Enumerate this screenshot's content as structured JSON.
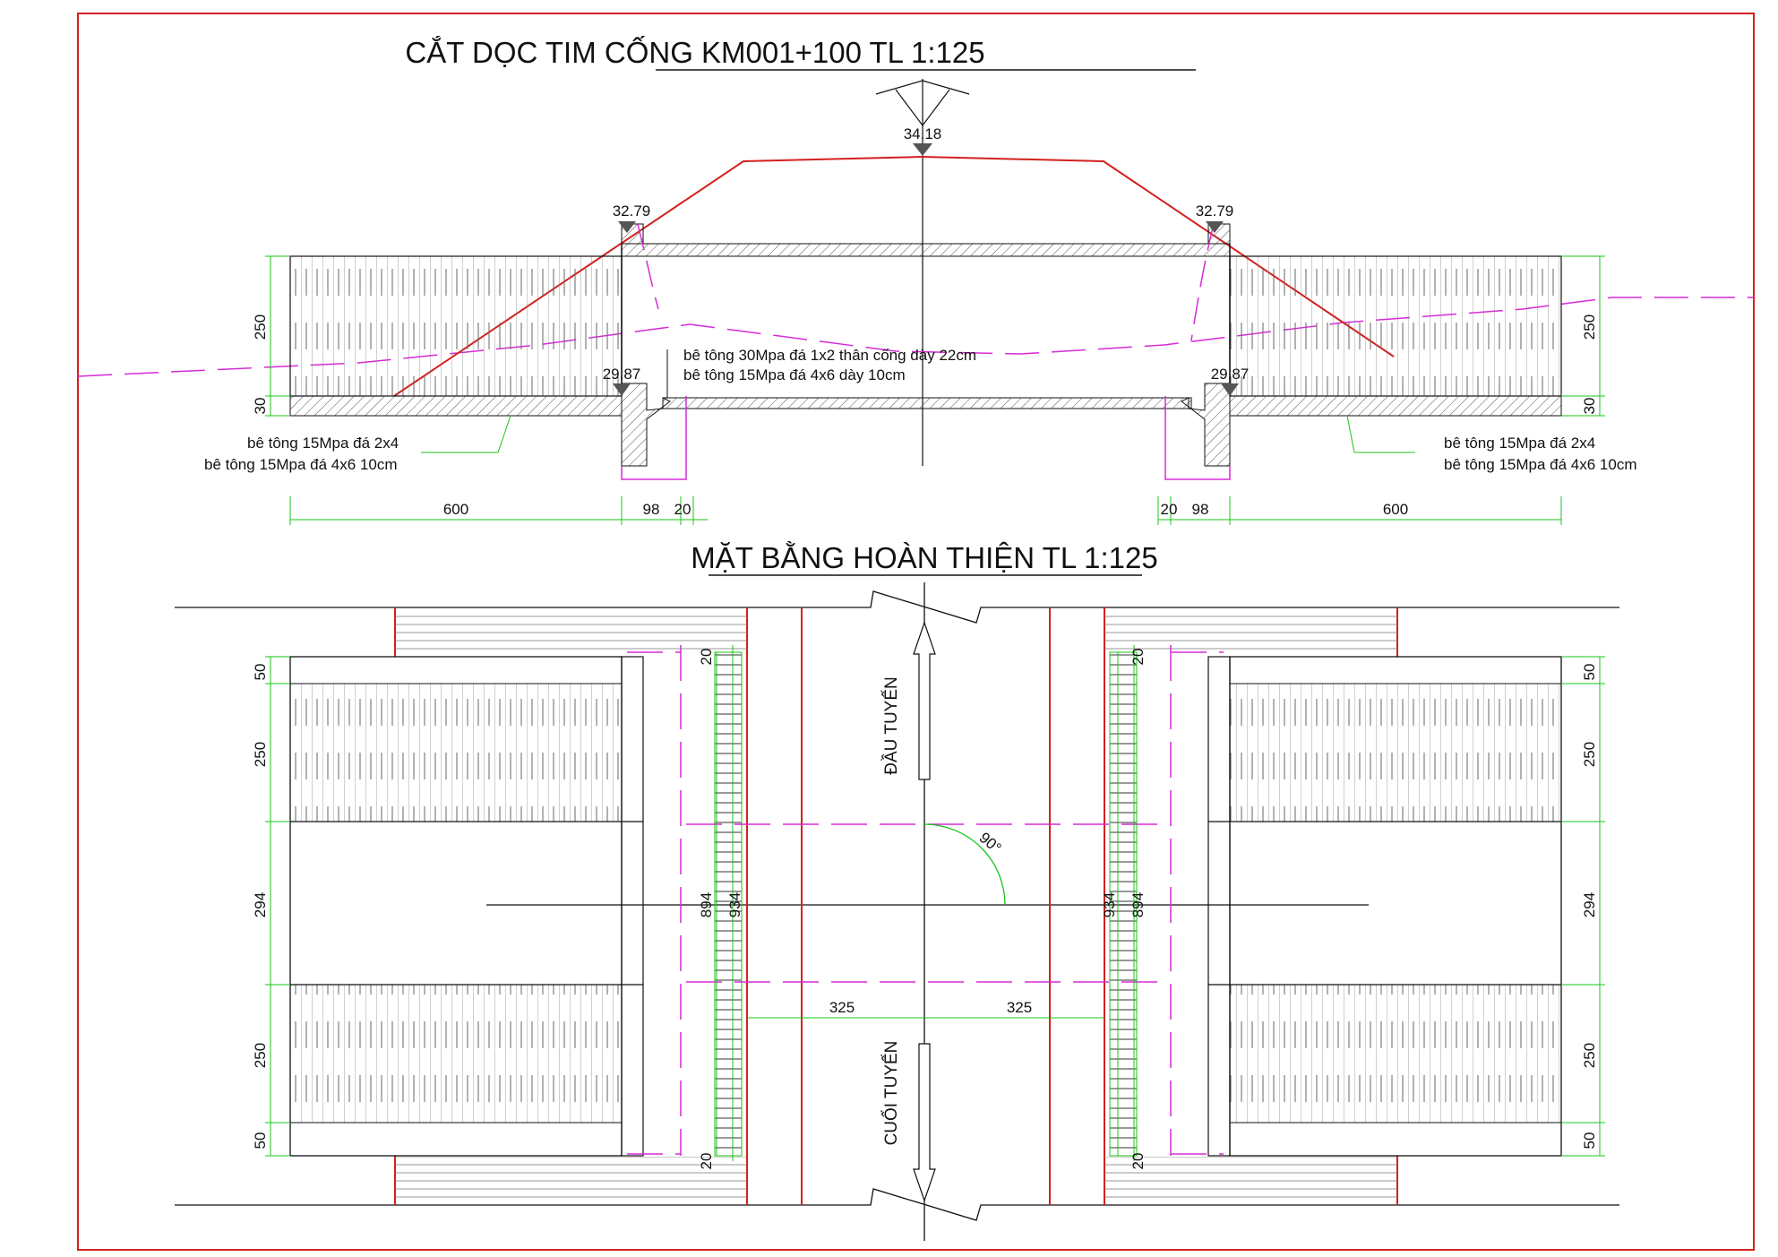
{
  "section": {
    "title": "CẮT DỌC TIM CỐNG KM001+100 TL 1:125",
    "elev_top": "34.18",
    "elev_head_left": "32.79",
    "elev_head_right": "32.79",
    "elev_invert_left": "29.87",
    "elev_invert_right": "29.87",
    "note_body_1": "bê tông 30Mpa đá 1x2 thân cống dày 22cm",
    "note_body_2": "bê tông 15Mpa đá 4x6 dày 10cm",
    "note_left_1": "bê tông 15Mpa đá 2x4",
    "note_left_2": "bê tông 15Mpa đá 4x6 10cm",
    "note_right_1": "bê tông 15Mpa đá 2x4",
    "note_right_2": "bê tông 15Mpa đá 4x6 10cm",
    "dims": {
      "h_250": "250",
      "h_30": "30",
      "l_600": "600",
      "l_98": "98",
      "l_20": "20"
    }
  },
  "plan": {
    "title": "MẶT BẰNG HOÀN THIỆN TL 1:125",
    "direction_start": "ĐẦU TUYẾN",
    "direction_end": "CUỐI TUYẾN",
    "angle": "90°",
    "dims": {
      "d_50": "50",
      "d_250": "250",
      "d_294": "294",
      "d_894": "894",
      "d_934": "934",
      "d_20": "20",
      "d_325": "325"
    }
  },
  "colors": {
    "frame": "#d42020",
    "red_line": "#d42020",
    "magenta": "#d62bd6",
    "green_dim": "#19c419",
    "ink": "#111111"
  }
}
